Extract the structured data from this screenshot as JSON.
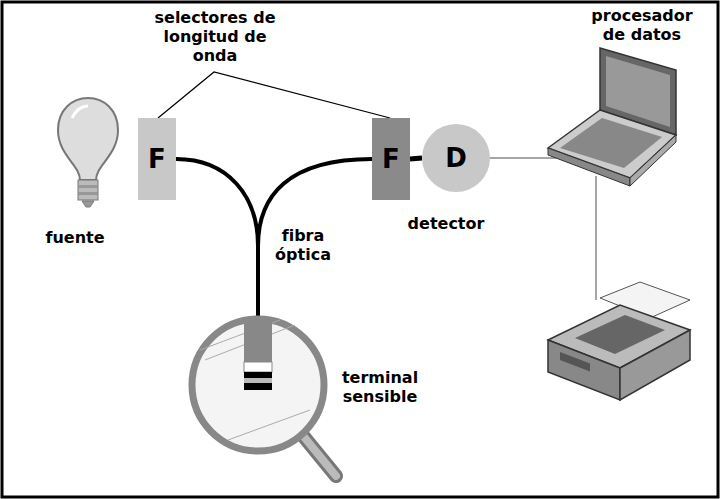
{
  "diagram": {
    "nodes": [
      {
        "text": [
          "F"
        ]
      },
      {
        "text": [
          "F"
        ]
      },
      {
        "text": [
          "D"
        ]
      }
    ],
    "edges": [
      {
        "from": 0,
        "to": 1,
        "arrow": "none"
      },
      {
        "from": 1,
        "to": 2,
        "arrow": "none"
      }
    ],
    "labels": [
      "selectores de longitud de onda",
      "procesador de datos",
      "fuente",
      "detector",
      "fibra óptica",
      "terminal sensible"
    ]
  }
}
